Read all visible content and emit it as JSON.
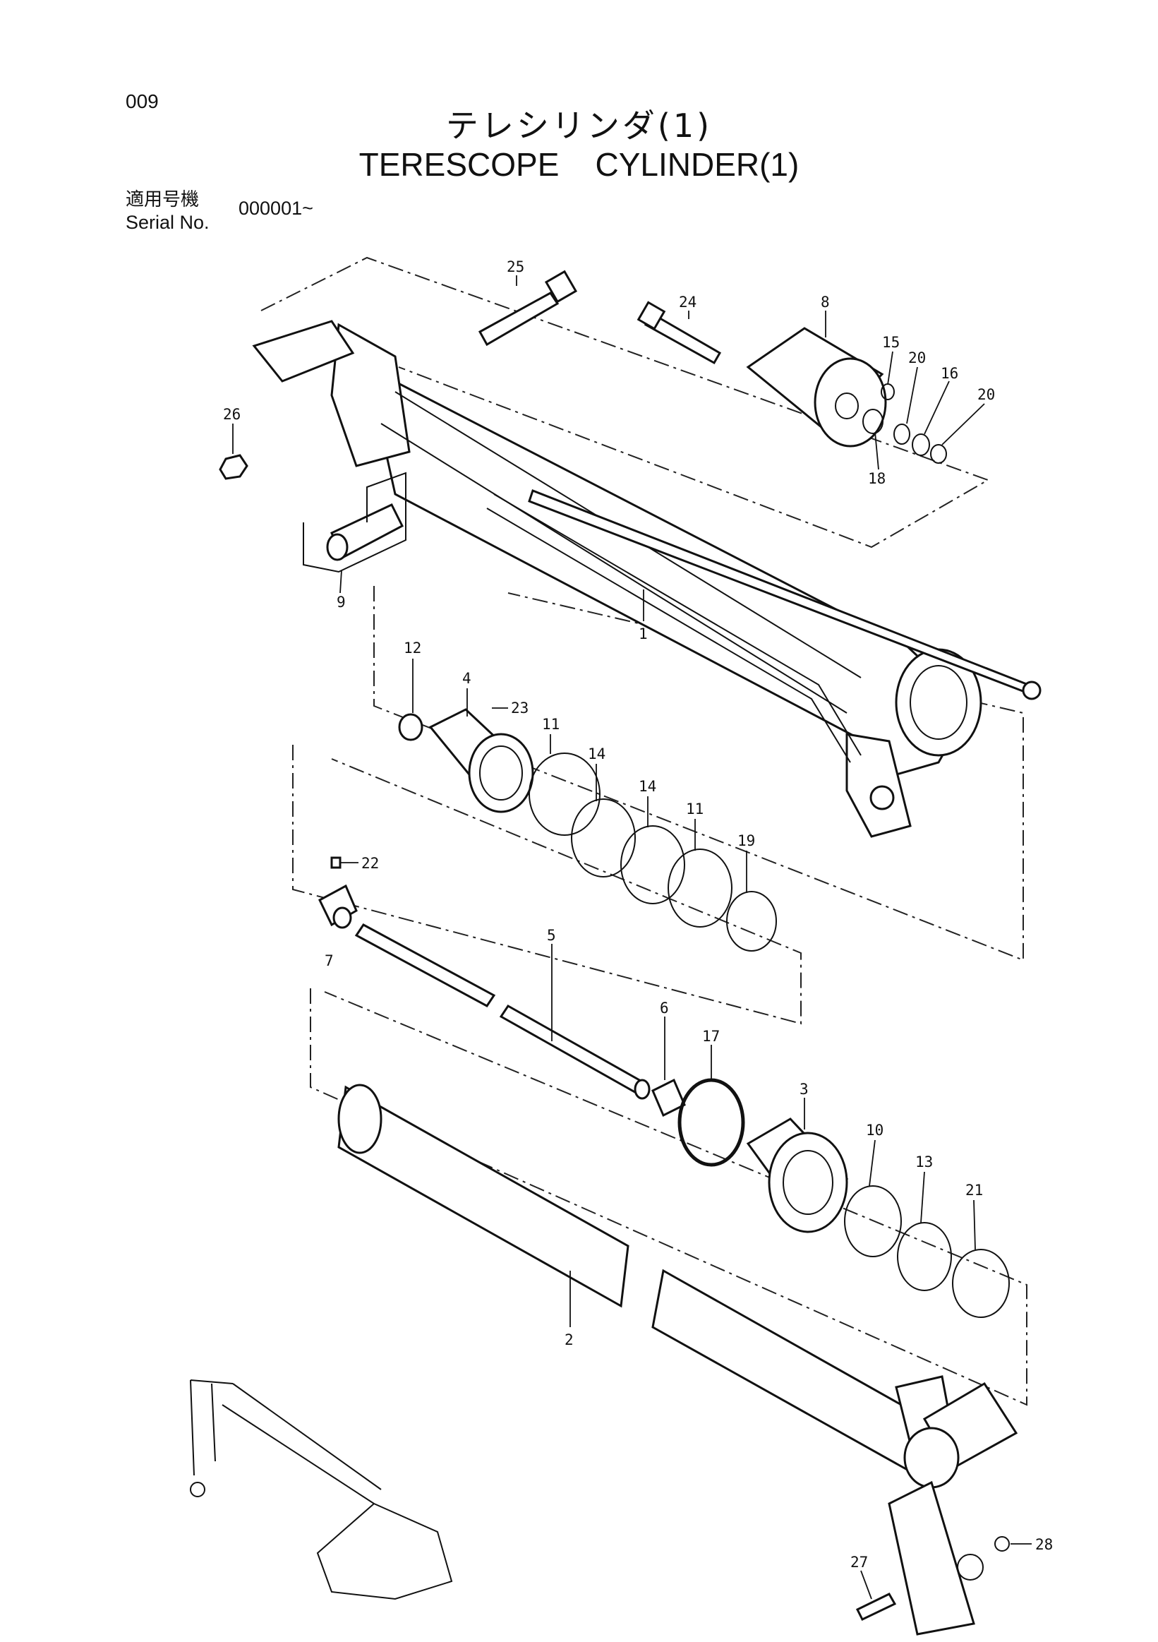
{
  "header": {
    "page_code": "009",
    "title_jp": "テレシリンダ(1)",
    "title_en": "TERESCOPE    CYLINDER(1)",
    "serial_label_jp": "適用号機",
    "serial_label_en": "Serial No.",
    "serial_value": "000001~"
  },
  "callouts": [
    "25",
    "24",
    "8",
    "15",
    "20",
    "16",
    "20",
    "26",
    "18",
    "9",
    "1",
    "12",
    "4",
    "23",
    "11",
    "14",
    "14",
    "11",
    "19",
    "22",
    "7",
    "5",
    "6",
    "17",
    "3",
    "10",
    "13",
    "21",
    "2",
    "27",
    "28"
  ]
}
